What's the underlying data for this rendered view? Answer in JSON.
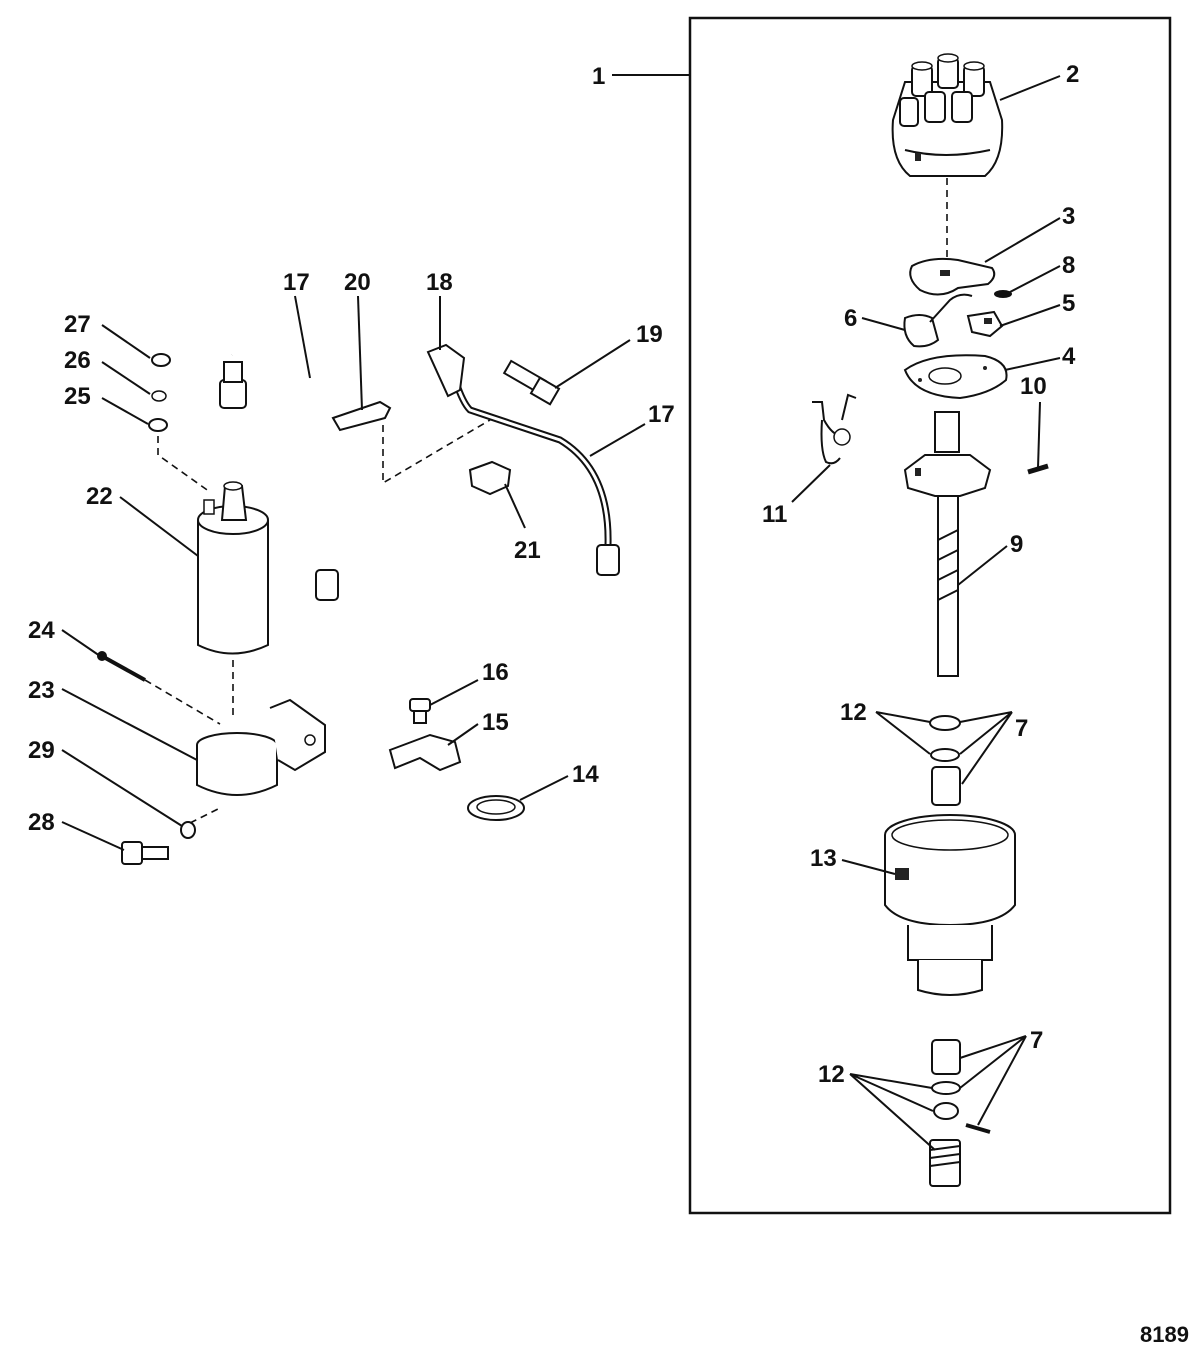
{
  "figure_number": "8189",
  "callouts": [
    {
      "id": "c1",
      "label": "1"
    },
    {
      "id": "c2",
      "label": "2"
    },
    {
      "id": "c3",
      "label": "3"
    },
    {
      "id": "c4",
      "label": "4"
    },
    {
      "id": "c5",
      "label": "5"
    },
    {
      "id": "c6",
      "label": "6"
    },
    {
      "id": "c7a",
      "label": "7"
    },
    {
      "id": "c7b",
      "label": "7"
    },
    {
      "id": "c8",
      "label": "8"
    },
    {
      "id": "c9",
      "label": "9"
    },
    {
      "id": "c10",
      "label": "10"
    },
    {
      "id": "c11",
      "label": "11"
    },
    {
      "id": "c12a",
      "label": "12"
    },
    {
      "id": "c12b",
      "label": "12"
    },
    {
      "id": "c13",
      "label": "13"
    },
    {
      "id": "c14",
      "label": "14"
    },
    {
      "id": "c15",
      "label": "15"
    },
    {
      "id": "c16",
      "label": "16"
    },
    {
      "id": "c17a",
      "label": "17"
    },
    {
      "id": "c17b",
      "label": "17"
    },
    {
      "id": "c18",
      "label": "18"
    },
    {
      "id": "c19",
      "label": "19"
    },
    {
      "id": "c20",
      "label": "20"
    },
    {
      "id": "c21",
      "label": "21"
    },
    {
      "id": "c22",
      "label": "22"
    },
    {
      "id": "c23",
      "label": "23"
    },
    {
      "id": "c24",
      "label": "24"
    },
    {
      "id": "c25",
      "label": "25"
    },
    {
      "id": "c26",
      "label": "26"
    },
    {
      "id": "c27",
      "label": "27"
    },
    {
      "id": "c28",
      "label": "28"
    },
    {
      "id": "c29",
      "label": "29"
    }
  ]
}
